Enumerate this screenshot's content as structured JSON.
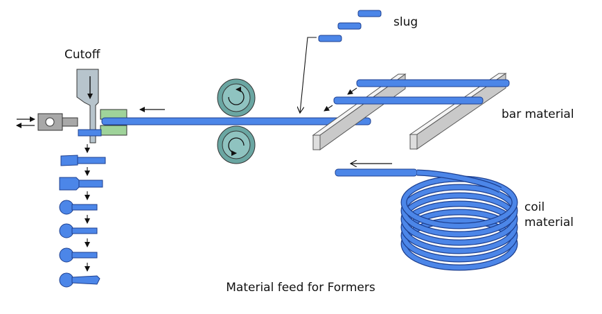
{
  "labels": {
    "cutoff": "Cutoff",
    "slug": "slug",
    "bar_material": "bar material",
    "coil_line1": "coil",
    "coil_line2": "material",
    "caption": "Material feed for Formers"
  },
  "colors": {
    "material_blue": "#4c86e8",
    "material_stroke": "#1d3f8f",
    "roller_teal": "#6aa6a2",
    "roller_inner": "#8fc3c0",
    "die_green": "#9fd39a",
    "cutter_grey": "#b7c4cc",
    "pusher_grey": "#a8a8a8",
    "rail_light": "#f0f0f0"
  }
}
